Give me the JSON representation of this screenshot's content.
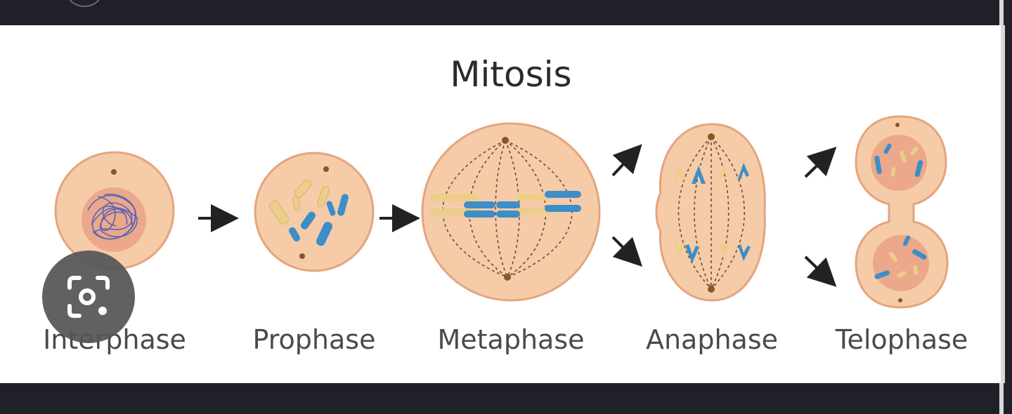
{
  "diagram": {
    "title": "Mitosis",
    "phases": [
      "Interphase",
      "Prophase",
      "Metaphase",
      "Anaphase",
      "Telophase"
    ]
  },
  "overlay": {
    "icon": "lens-search-icon"
  },
  "colors": {
    "cell_fill": "#f6cba8",
    "cell_stroke": "#e3a57f",
    "nucleus_fill": "#eba88a",
    "chromosome_blue": "#3c8ec9",
    "chromosome_tan": "#eccd8a",
    "centrosome": "#8b5524",
    "dark_bar": "#1f2028"
  }
}
